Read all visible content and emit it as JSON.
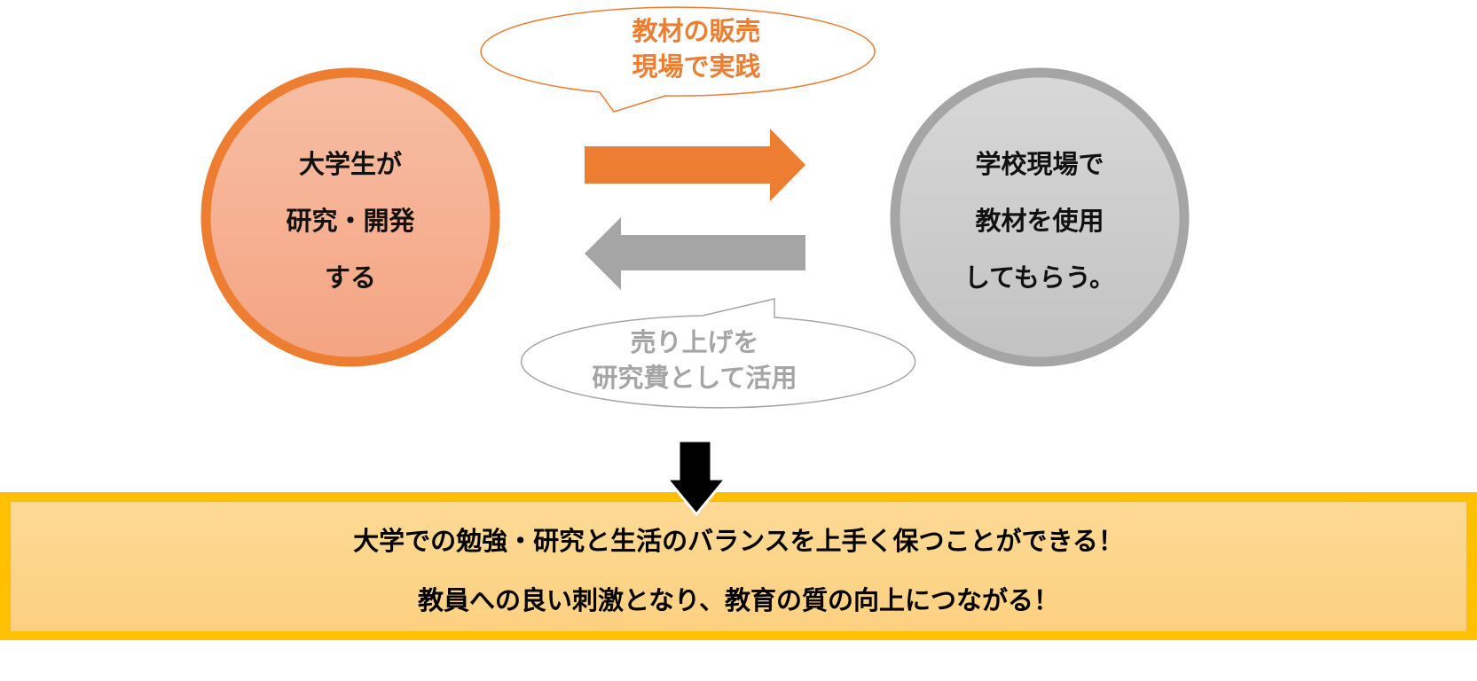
{
  "left_circle": {
    "lines": [
      "大学生が",
      "研究・開発",
      "する"
    ]
  },
  "right_circle": {
    "lines": [
      "学校現場で",
      "教材を使用",
      "してもらう。"
    ]
  },
  "top_bubble": {
    "lines": [
      "教材の販売",
      "現場で実践"
    ]
  },
  "bottom_bubble": {
    "lines": [
      "売り上げを",
      "研究費として活用"
    ]
  },
  "result_box": {
    "lines": [
      "大学での勉強・研究と生活のバランスを上手く保つことができる！",
      "教員への良い刺激となり、教育の質の向上につながる！"
    ]
  },
  "colors": {
    "orange": "#ED7D31",
    "gray": "#A5A5A5",
    "yellow": "#FFC000",
    "box_fill": "#FDD68C"
  }
}
